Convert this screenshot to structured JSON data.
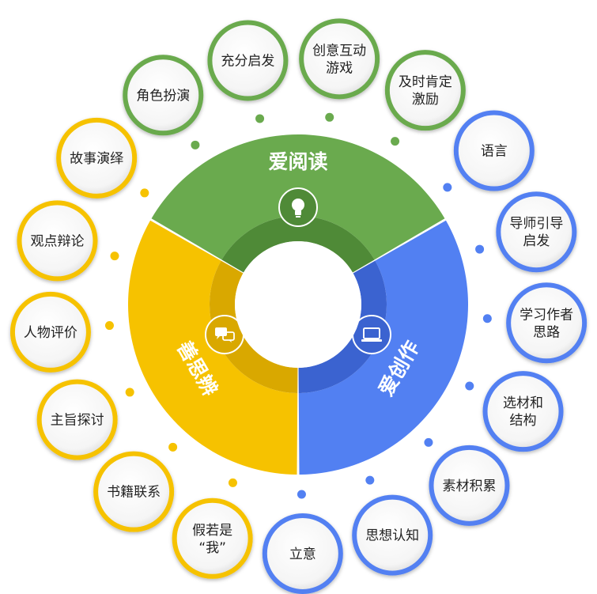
{
  "segments": {
    "read": {
      "label": "爱阅读",
      "color": "#6aaa4e",
      "dark": "#4f8a37",
      "icon": "lightbulb-icon"
    },
    "create": {
      "label": "爱创作",
      "color": "#5280f2",
      "dark": "#3b63d0",
      "icon": "laptop-icon"
    },
    "think": {
      "label": "善思辨",
      "color": "#f6c200",
      "dark": "#d9a800",
      "icon": "chat-bubbles-icon"
    }
  },
  "bubbles": [
    {
      "group": "think",
      "lines": [
        "故事演绎"
      ]
    },
    {
      "group": "read",
      "lines": [
        "角色扮演"
      ]
    },
    {
      "group": "read",
      "lines": [
        "充分启发"
      ]
    },
    {
      "group": "read",
      "lines": [
        "创意互动",
        "游戏"
      ]
    },
    {
      "group": "read",
      "lines": [
        "及时肯定",
        "激励"
      ]
    },
    {
      "group": "create",
      "lines": [
        "语言"
      ]
    },
    {
      "group": "create",
      "lines": [
        "导师引导",
        "启发"
      ]
    },
    {
      "group": "create",
      "lines": [
        "学习作者",
        "思路"
      ]
    },
    {
      "group": "create",
      "lines": [
        "选材和",
        "结构"
      ]
    },
    {
      "group": "create",
      "lines": [
        "素材积累"
      ]
    },
    {
      "group": "create",
      "lines": [
        "思想认知"
      ]
    },
    {
      "group": "create",
      "lines": [
        "立意"
      ]
    },
    {
      "group": "think",
      "lines": [
        "假若是",
        "“我”"
      ]
    },
    {
      "group": "think",
      "lines": [
        "书籍联系"
      ]
    },
    {
      "group": "think",
      "lines": [
        "主旨探讨"
      ]
    },
    {
      "group": "think",
      "lines": [
        "人物评价"
      ]
    },
    {
      "group": "think",
      "lines": [
        "观点辩论"
      ]
    }
  ],
  "bubble_group_colors": {
    "read": "#6aaa4e",
    "create": "#5280f2",
    "think": "#f6c200"
  }
}
